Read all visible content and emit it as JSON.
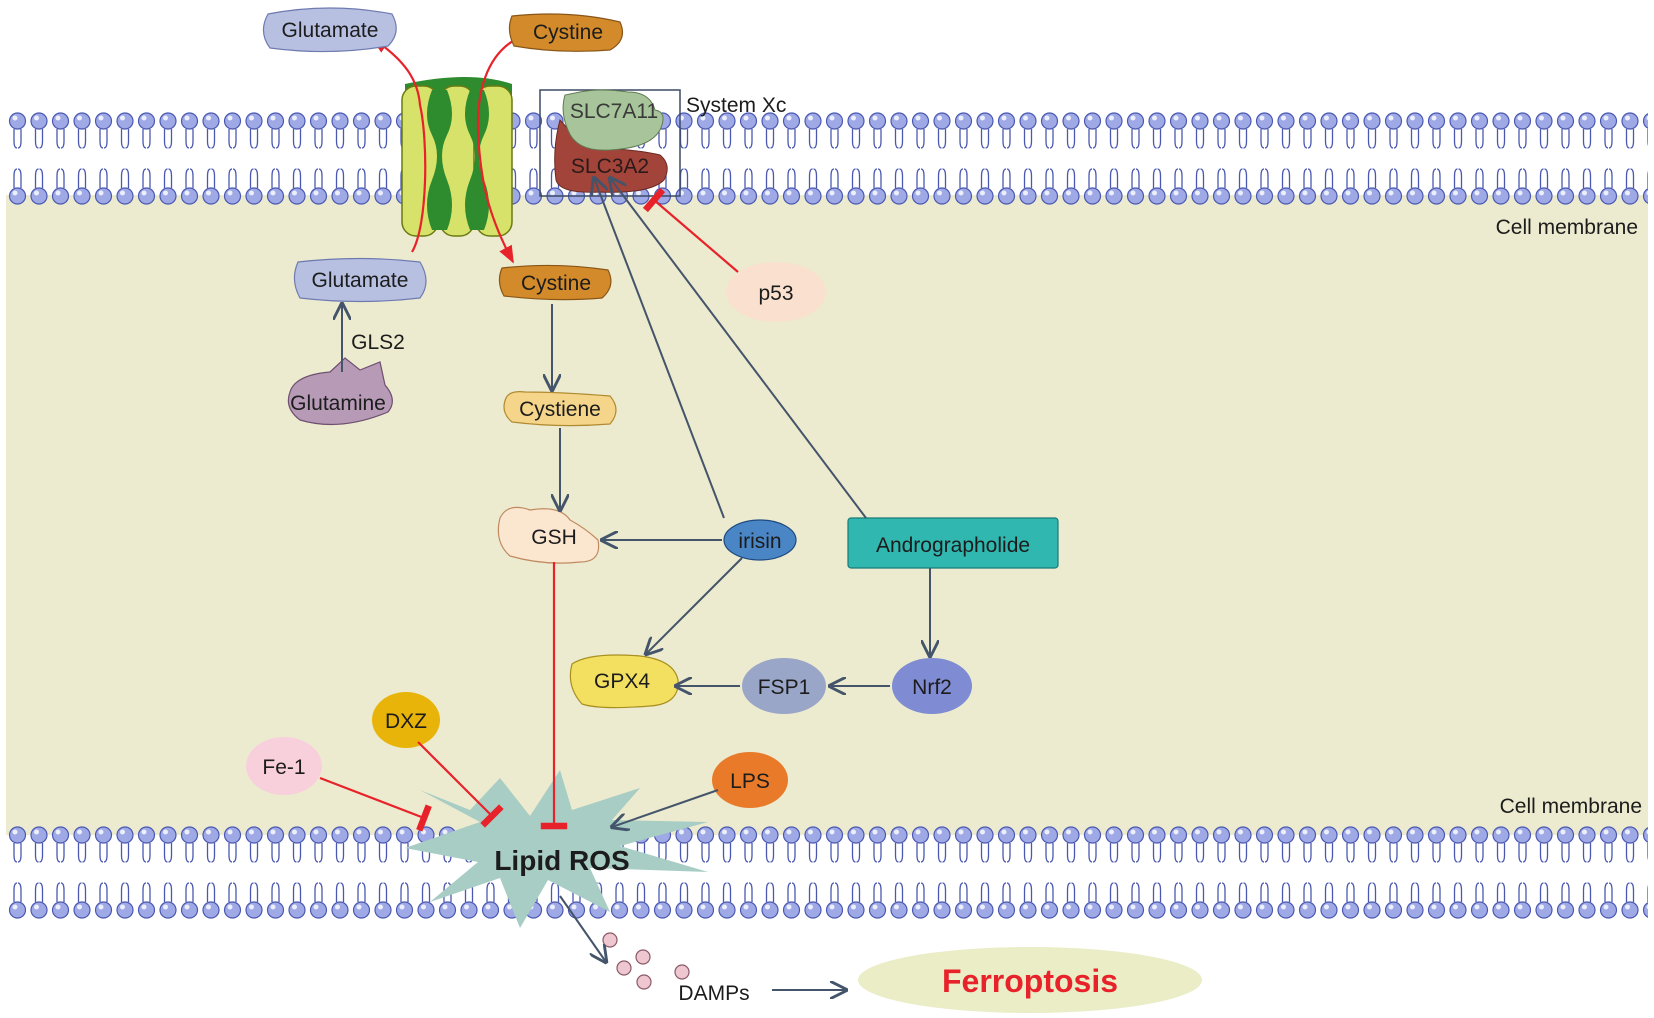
{
  "labels": {
    "glutamate_out": "Glutamate",
    "cystine_out": "Cystine",
    "slc7a11": "SLC7A11",
    "slc3a2": "SLC3A2",
    "system_xc": "System Xc",
    "cell_membrane_top": "Cell membrane",
    "cell_membrane_bottom": "Cell membrane",
    "glutamate_in": "Glutamate",
    "cystine_in": "Cystine",
    "gls2": "GLS2",
    "glutamine": "Glutamine",
    "cystiene": "Cystiene",
    "gsh": "GSH",
    "irisin": "irisin",
    "andrographolide": "Andrographolide",
    "p53": "p53",
    "gpx4": "GPX4",
    "fsp1": "FSP1",
    "nrf2": "Nrf2",
    "dxz": "DXZ",
    "fe1": "Fe-1",
    "lps": "LPS",
    "lipid_ros": "Lipid ROS",
    "damps": "DAMPs",
    "ferroptosis": "Ferroptosis"
  },
  "colors": {
    "cytoplasm": "#ecebcf",
    "lipid_head": "#9ea9e6",
    "lipid_head_stroke": "#4a58b0",
    "activation_arrow": "#44546a",
    "inhibition_arrow": "#e8222a",
    "ferroptosis_text": "#e8222a",
    "ferroptosis_bg": "#eaedc6",
    "lipid_ros_fill": "#a8cdc4",
    "andrographolide_fill": "#2fb7b0"
  }
}
